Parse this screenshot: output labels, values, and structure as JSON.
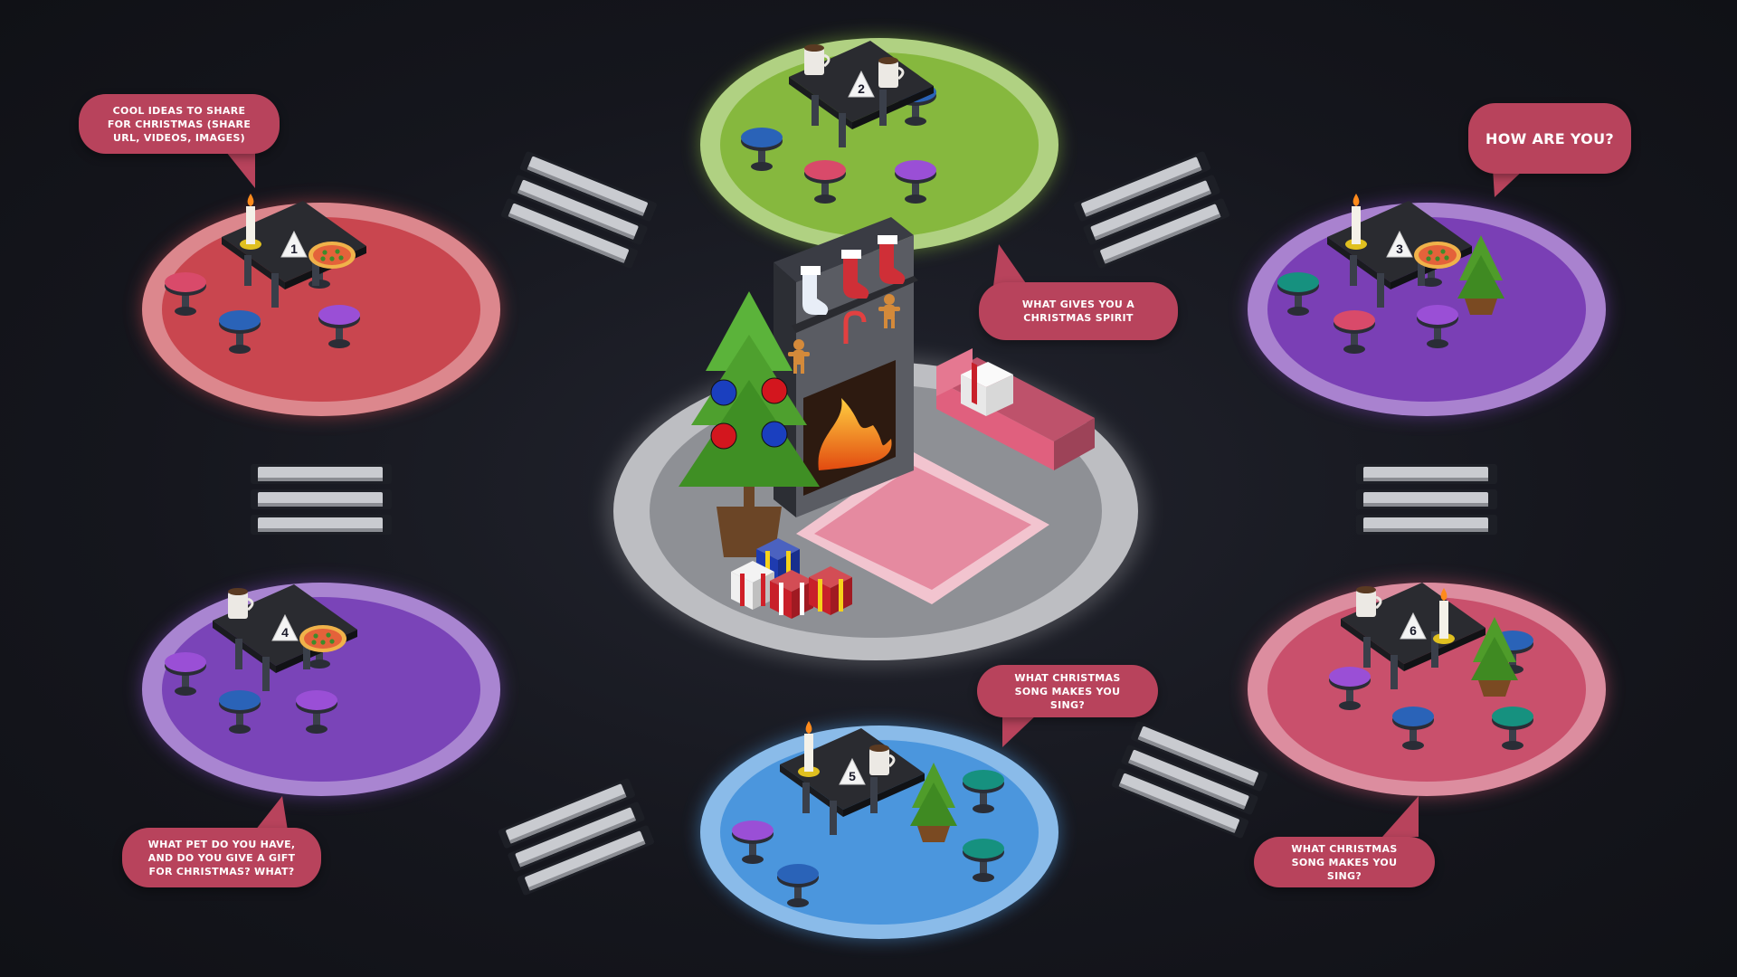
{
  "scene": {
    "background": "#17181f",
    "hub": {
      "platform_color": "#bdbec2",
      "rug_color": "#e58aa0",
      "sofa_color": "#e0607e"
    },
    "tables": [
      {
        "number": "1",
        "color": "#c9464f",
        "items": [
          "candle-icon",
          "pizza-icon"
        ]
      },
      {
        "number": "2",
        "color": "#86b83e",
        "items": [
          "mug-icon",
          "mug-icon"
        ]
      },
      {
        "number": "3",
        "color": "#7a3fb5",
        "items": [
          "candle-icon",
          "pizza-icon",
          "tree-icon"
        ]
      },
      {
        "number": "4",
        "color": "#7a44b8",
        "items": [
          "mug-icon",
          "pizza-icon"
        ]
      },
      {
        "number": "5",
        "color": "#4b96dd",
        "items": [
          "candle-icon",
          "mug-icon",
          "tree-icon"
        ]
      },
      {
        "number": "6",
        "color": "#c9506c",
        "items": [
          "mug-icon",
          "candle-icon",
          "tree-icon"
        ]
      }
    ]
  },
  "bubbles": [
    {
      "id": "b1",
      "text": "COOL IDEAS TO SHARE FOR CHRISTMAS (SHARE URL, VIDEOS, IMAGES)"
    },
    {
      "id": "b2",
      "text": "WHAT GIVES YOU A CHRISTMAS SPIRIT"
    },
    {
      "id": "b3",
      "text": "HOW ARE YOU?"
    },
    {
      "id": "b4",
      "text": "WHAT PET DO YOU HAVE, AND DO YOU GIVE A GIFT FOR CHRISTMAS? WHAT?"
    },
    {
      "id": "b5",
      "text": "WHAT CHRISTMAS SONG MAKES YOU SING?"
    },
    {
      "id": "b6",
      "text": "WHAT CHRISTMAS SONG MAKES YOU SING?"
    }
  ]
}
